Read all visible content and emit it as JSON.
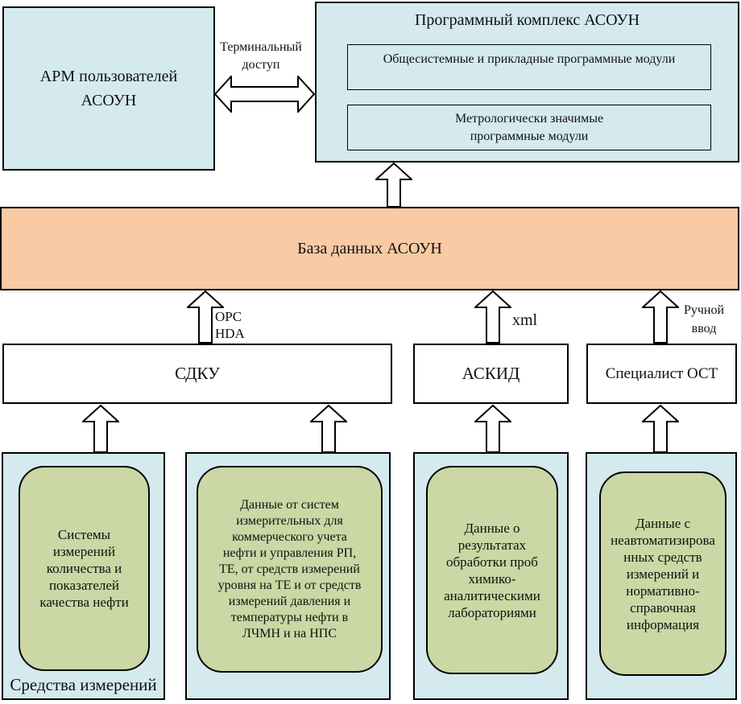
{
  "colors": {
    "lightblue": "#d4eaee",
    "orange": "#f9caa4",
    "green": "#cbd7a4",
    "border": "#000000"
  },
  "workstation": {
    "label": "АРМ пользователей\nАСОУН"
  },
  "terminal_link_label": "Терминальный\nдоступ",
  "program_complex": {
    "title": "Программный комплекс АСОУН",
    "module_system": "Общесистемные и прикладные программные модули",
    "module_metrology": "Метрологически значимые\nпрограммные модули"
  },
  "database_label": "База данных АСОУН",
  "integration": {
    "sdku": "СДКУ",
    "askid": "АСКИД",
    "specialist": "Специалист ОСТ",
    "opc_label": "OPC\nHDA",
    "xml_label": "xml",
    "manual_label": "Ручной\nввод"
  },
  "sources": {
    "measuring_group_label": "Средства измерений",
    "items": [
      {
        "text": "Системы\nизмерений\nколичества и\nпоказателей\nкачества нефти"
      },
      {
        "text": "Данные от систем\nизмерительных для\nкоммерческого учета\nнефти и управления РП,\nТЕ, от средств измерений\nуровня на ТЕ и от средств\nизмерений давления и\nтемпературы нефти в\nЛЧМН и на НПС"
      },
      {
        "text": "Данные о\nрезультатах\nобработки проб\nхимико-\nаналитическими\nлабораториями"
      },
      {
        "text": "Данные с\nнеавтоматизирова\nнных средств\nизмерений и\nнормативно-\nсправочная\nинформация"
      }
    ]
  }
}
